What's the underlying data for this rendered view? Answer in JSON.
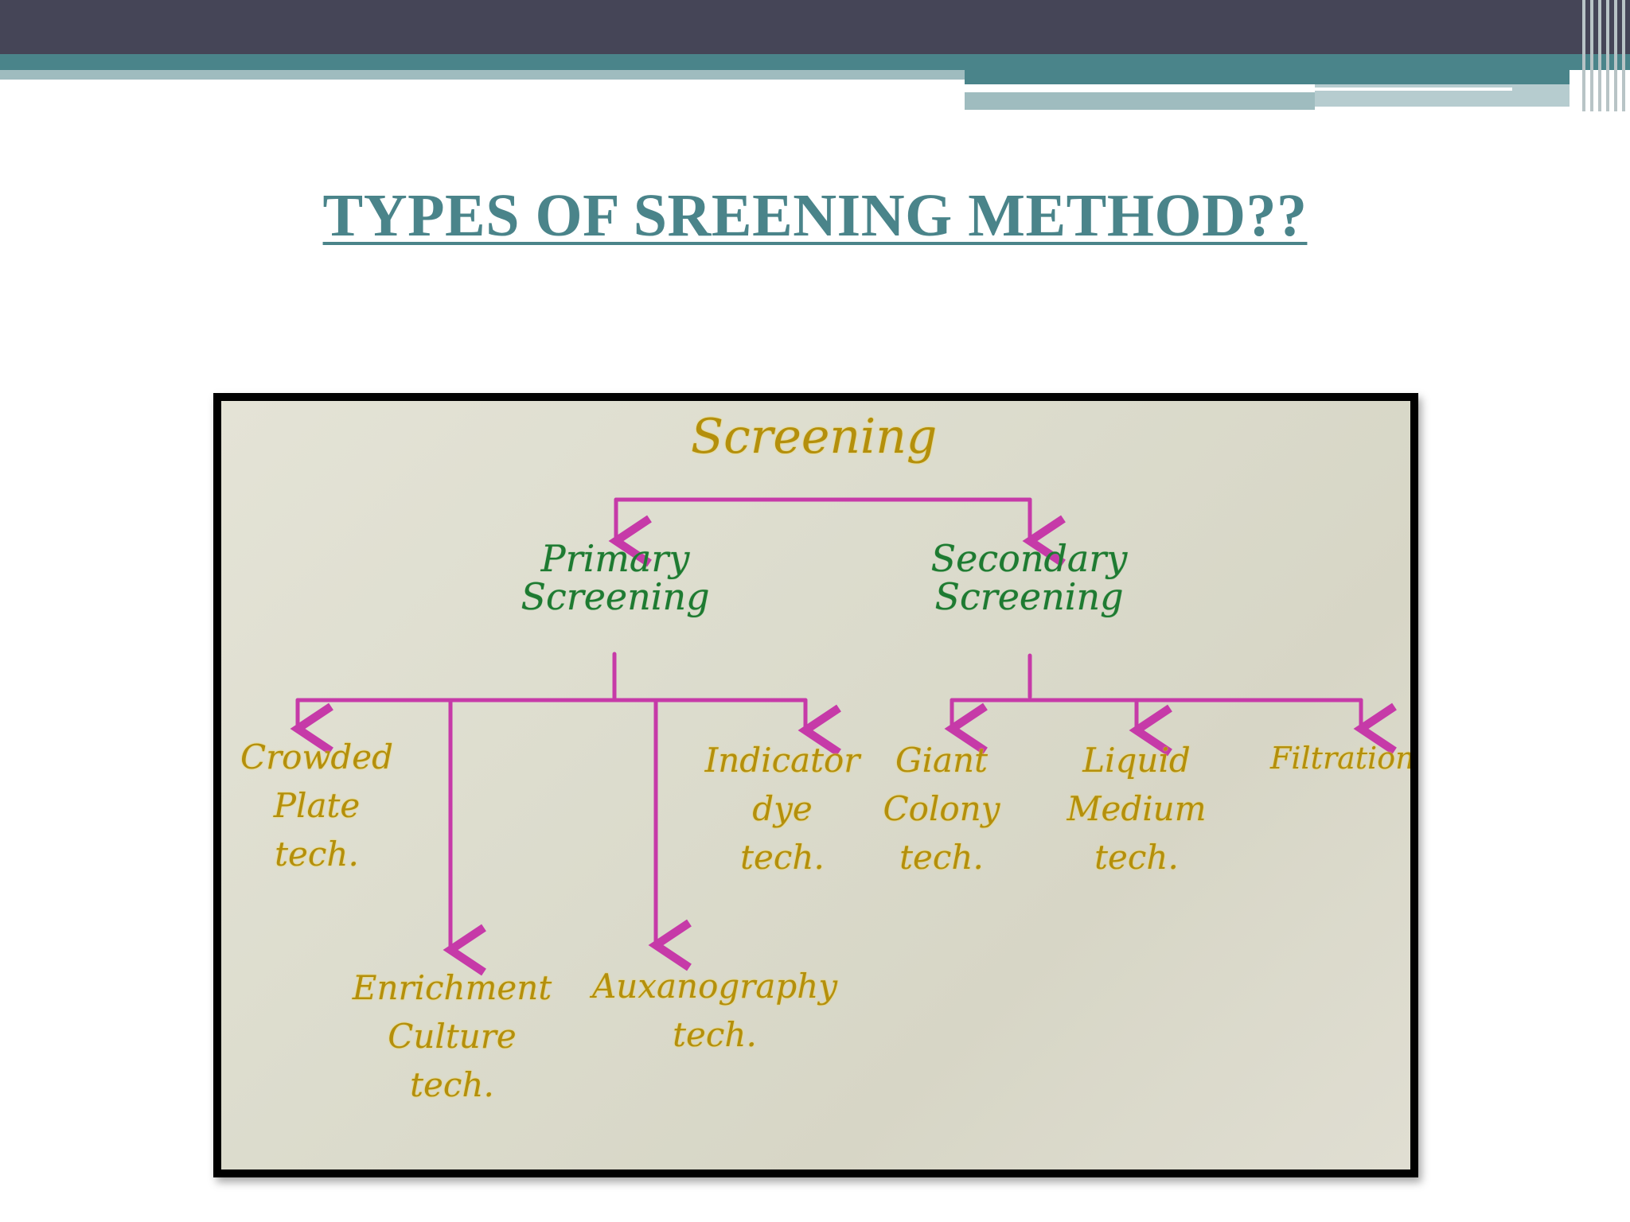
{
  "slide": {
    "title": "TYPES OF SREENING METHOD??"
  },
  "diagram": {
    "root": "Screening",
    "primary": {
      "line1": "Primary",
      "line2": "Screening"
    },
    "secondary": {
      "line1": "Secondary",
      "line2": "Screening"
    },
    "primary_children": [
      {
        "line1": "Crowded",
        "line2": "Plate",
        "line3": "tech."
      },
      {
        "line1": "Enrichment",
        "line2": "Culture",
        "line3": "tech."
      },
      {
        "line1": "Auxanography",
        "line2": "tech."
      },
      {
        "line1": "Indicator",
        "line2": "dye",
        "line3": "tech."
      }
    ],
    "secondary_children": [
      {
        "line1": "Giant",
        "line2": "Colony",
        "line3": "tech."
      },
      {
        "line1": "Liquid",
        "line2": "Medium",
        "line3": "tech."
      },
      {
        "line1": "Filtration"
      }
    ]
  },
  "colors": {
    "title": "#4a848a",
    "topbar": "#454557",
    "arrow": "#c63aa8",
    "root_text": "#b48f0c",
    "level1_text": "#1e7a32"
  }
}
